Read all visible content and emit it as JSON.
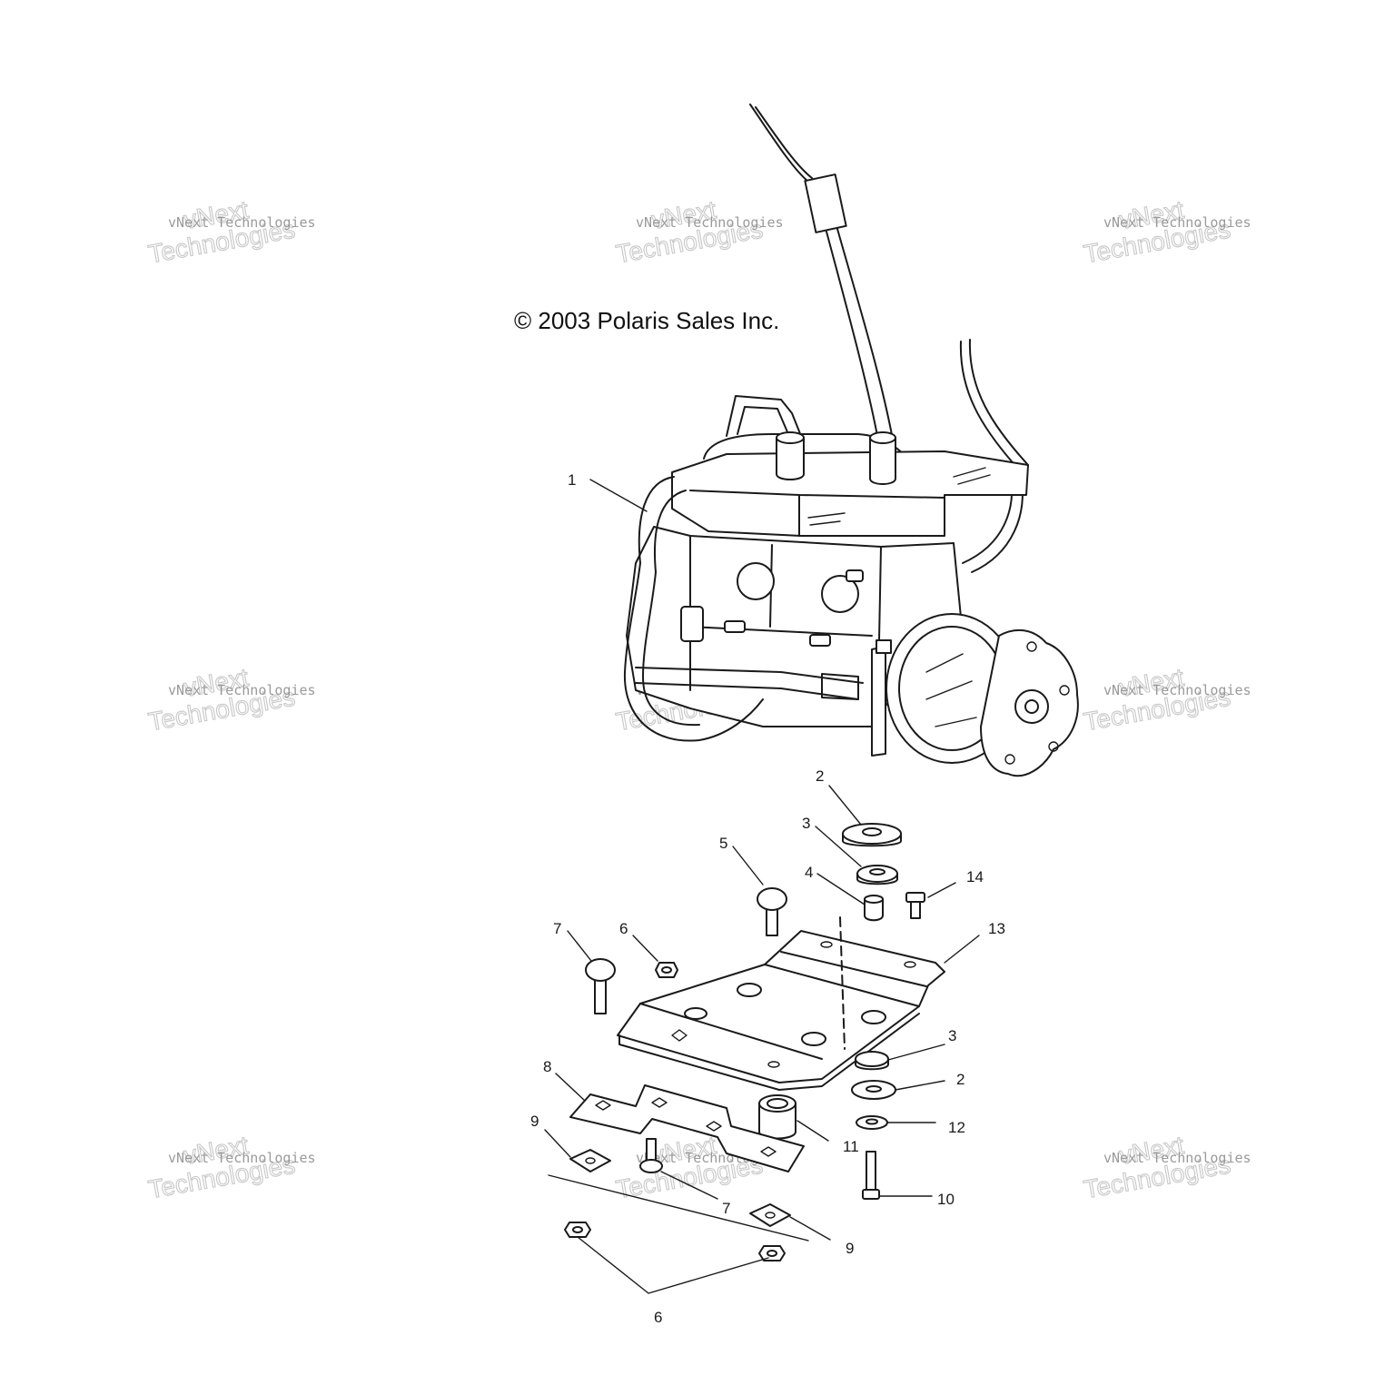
{
  "copyright": "© 2003 Polaris Sales Inc.",
  "watermark": {
    "line1": "vNext Technologies",
    "line2": "vNext",
    "line3": "Technologies"
  },
  "callouts": [
    {
      "id": "c1",
      "label": "1"
    },
    {
      "id": "c2a",
      "label": "2"
    },
    {
      "id": "c3a",
      "label": "3"
    },
    {
      "id": "c4",
      "label": "4"
    },
    {
      "id": "c5",
      "label": "5"
    },
    {
      "id": "c14",
      "label": "14"
    },
    {
      "id": "c7a",
      "label": "7"
    },
    {
      "id": "c6a",
      "label": "6"
    },
    {
      "id": "c13",
      "label": "13"
    },
    {
      "id": "c3b",
      "label": "3"
    },
    {
      "id": "c2b",
      "label": "2"
    },
    {
      "id": "c8",
      "label": "8"
    },
    {
      "id": "c12",
      "label": "12"
    },
    {
      "id": "c9a",
      "label": "9"
    },
    {
      "id": "c11",
      "label": "11"
    },
    {
      "id": "c7b",
      "label": "7"
    },
    {
      "id": "c10",
      "label": "10"
    },
    {
      "id": "c9b",
      "label": "9"
    },
    {
      "id": "c6b",
      "label": "6"
    }
  ]
}
